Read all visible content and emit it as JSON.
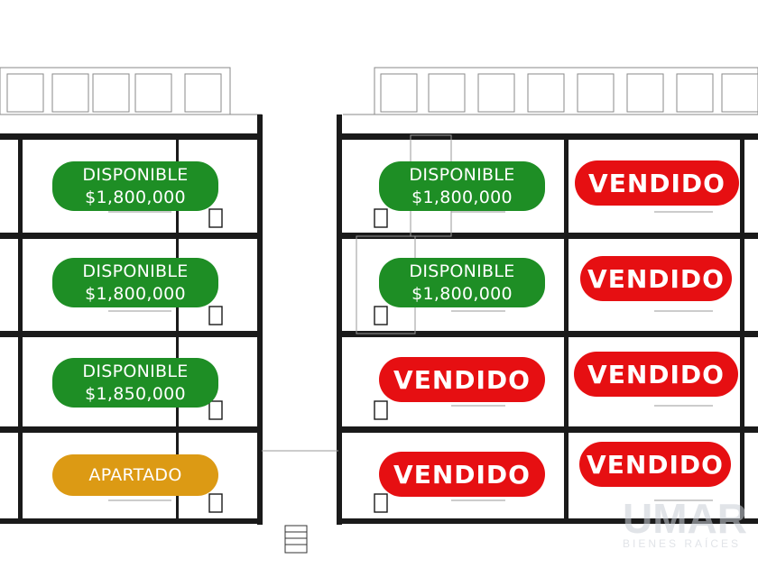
{
  "units": [
    {
      "id": "izq-1",
      "status": "DISPONIBLE",
      "price": "$1,800,000",
      "color": "#1e8e25"
    },
    {
      "id": "izq-2",
      "status": "DISPONIBLE",
      "price": "$1,800,000",
      "color": "#1e8e25"
    },
    {
      "id": "izq-3",
      "status": "DISPONIBLE",
      "price": "$1,850,000",
      "color": "#1e8e25"
    },
    {
      "id": "izq-4",
      "status": "APARTADO",
      "color": "#dc9a14"
    },
    {
      "id": "cen-1",
      "status": "DISPONIBLE",
      "price": "$1,800,000",
      "color": "#1e8e25"
    },
    {
      "id": "cen-2",
      "status": "DISPONIBLE",
      "price": "$1,800,000",
      "color": "#1e8e25"
    },
    {
      "id": "cen-3",
      "status": "VENDIDO",
      "color": "#e60f12"
    },
    {
      "id": "cen-4",
      "status": "VENDIDO",
      "color": "#e60f12"
    },
    {
      "id": "der-1",
      "status": "VENDIDO",
      "color": "#e60f12"
    },
    {
      "id": "der-2",
      "status": "VENDIDO",
      "color": "#e60f12"
    },
    {
      "id": "der-3",
      "status": "VENDIDO",
      "color": "#e60f12"
    },
    {
      "id": "der-4",
      "status": "VENDIDO",
      "color": "#e60f12"
    }
  ],
  "watermark": {
    "brand": "UMAR",
    "tagline": "BIENES RAÍCES"
  }
}
